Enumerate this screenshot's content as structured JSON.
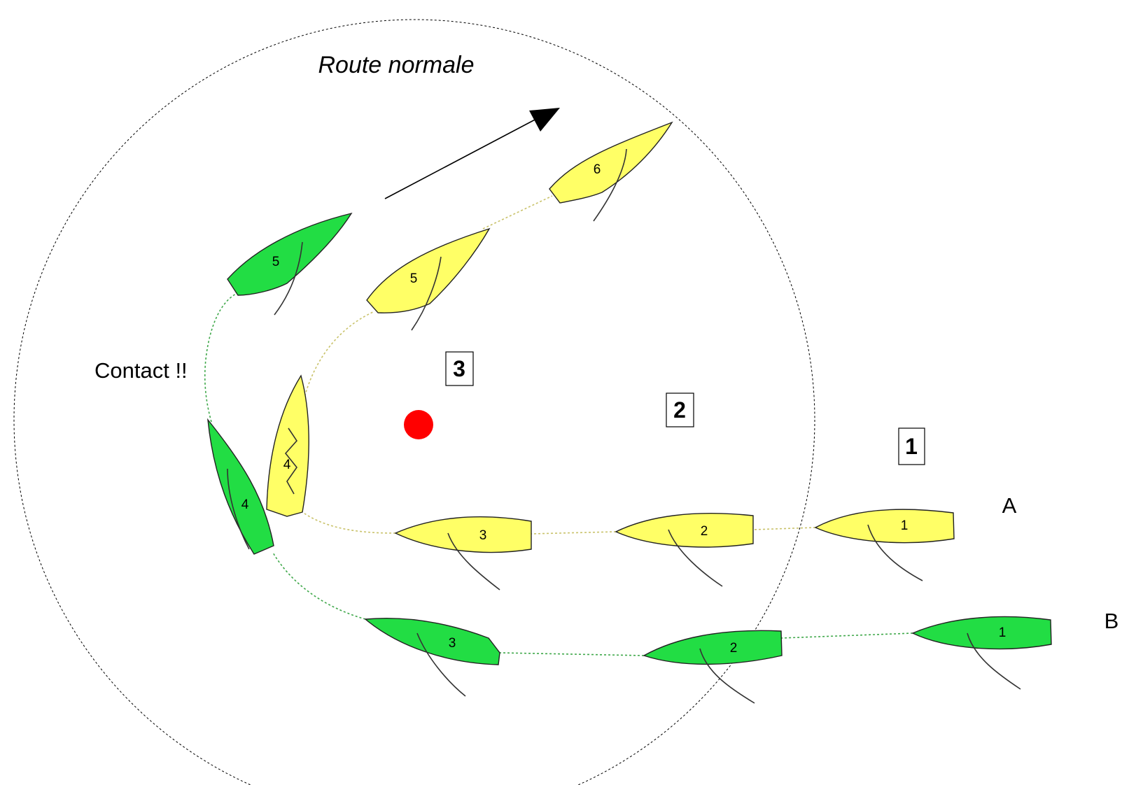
{
  "title": "Route normale",
  "contact_label": "Contact !!",
  "boat_labels": {
    "a": "A",
    "b": "B"
  },
  "zone_markers": [
    "1",
    "2",
    "3"
  ],
  "colors": {
    "boat_a": "#ffff66",
    "boat_b": "#22dd44",
    "mark": "#ff0000",
    "circle": "#000000"
  },
  "boat_a_positions": [
    "1",
    "2",
    "3",
    "4",
    "5",
    "6"
  ],
  "boat_b_positions": [
    "1",
    "2",
    "3",
    "4",
    "5"
  ]
}
